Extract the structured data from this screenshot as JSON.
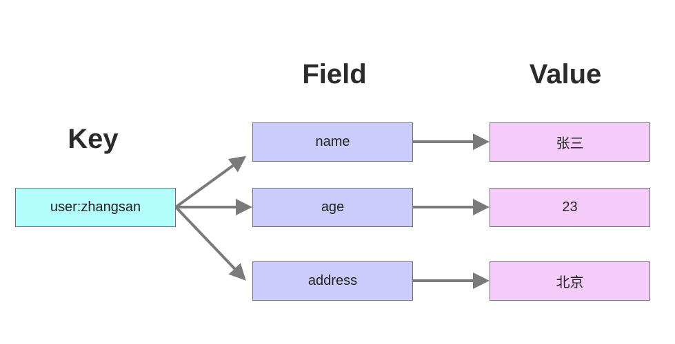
{
  "headings": {
    "key": "Key",
    "field": "Field",
    "value": "Value"
  },
  "key": {
    "label": "user:zhangsan"
  },
  "rows": [
    {
      "field": "name",
      "value": "张三"
    },
    {
      "field": "age",
      "value": "23"
    },
    {
      "field": "address",
      "value": "北京"
    }
  ],
  "colors": {
    "key_fill": "#b3fdfd",
    "field_fill": "#ccccfc",
    "value_fill": "#f5ccf9",
    "arrow": "#7a7a7a"
  }
}
